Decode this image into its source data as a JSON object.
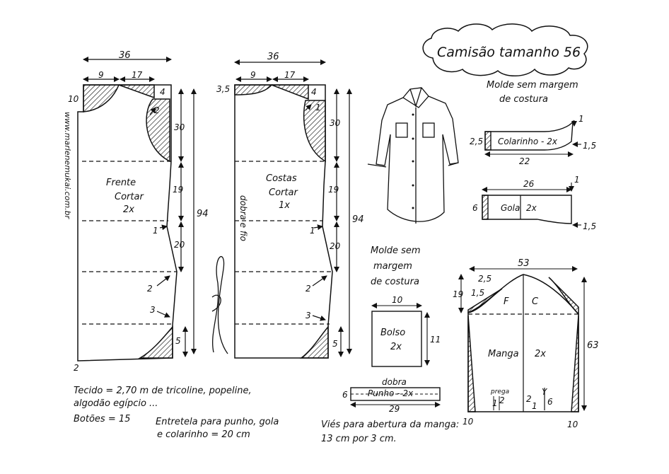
{
  "title": "Camisão tamanho 56",
  "url_vertical": "www.marlenemukai.com.br",
  "signature": "Marlene Mukai",
  "front": {
    "label": "Frente",
    "cut": "Cortar",
    "qty": "2x",
    "width_top": "36",
    "neck_w": "9",
    "shoulder_w": "17",
    "left_top": "10",
    "shoulder_drop": "4",
    "armhole_in": "2",
    "armhole_h": "30",
    "waist_h": "19",
    "hip_h": "20",
    "hem_h": "5",
    "total_h": "94",
    "waist_in": "1",
    "hip_out": "2",
    "hem_out": "3",
    "bottom_left": "2"
  },
  "back": {
    "label": "Costas",
    "cut": "Cortar",
    "qty": "1x",
    "fold": "dobra e fio",
    "width_top": "36",
    "neck_w": "9",
    "shoulder_w": "17",
    "left_top": "3,5",
    "shoulder_drop": "4",
    "armhole_in": "1",
    "armhole_h": "30",
    "waist_h": "19",
    "hip_h": "20",
    "hem_h": "5",
    "total_h": "94",
    "waist_in": "1",
    "hip_out": "2",
    "hem_out": "3"
  },
  "no_seam_top": {
    "line1": "Molde sem margem",
    "line2": "de costura"
  },
  "no_seam_mid": {
    "line1": "Molde sem",
    "line2": "margem",
    "line3": "de costura"
  },
  "colarinho": {
    "label": "Colarinho - 2x",
    "width": "22",
    "height": "2,5",
    "tip_up": "1",
    "tip_right": "1,5"
  },
  "gola": {
    "label": "Gola",
    "qty": "2x",
    "width": "26",
    "height": "6",
    "tip_up": "1",
    "tip_right": "1,5"
  },
  "bolso": {
    "label": "Bolso",
    "qty": "2x",
    "width": "10",
    "height": "11"
  },
  "punho": {
    "fold": "dobra",
    "label": "Punho - 2x",
    "width": "29",
    "height": "6"
  },
  "manga": {
    "label": "Manga",
    "qty": "2x",
    "front": "F",
    "back": "C",
    "width": "53",
    "cap_h": "19",
    "cap_a": "2,5",
    "cap_b": "1,5",
    "total_h": "63",
    "bottom_left": "10",
    "bottom_right": "10",
    "pleat": "prega",
    "pleat_n": "1",
    "pleat_w": "2",
    "slit_y": "Y",
    "slit_h": "6",
    "mark_2": "2",
    "mark_1": "1"
  },
  "notes": {
    "tecido": "Tecido = 2,70 m de tricoline, popeline,",
    "tecido2": "algodão egípcio ...",
    "botoes": "Botões = 15",
    "entretela": "Entretela para punho, gola",
    "entretela2": "e colarinho = 20 cm",
    "vies": "Viés para abertura da manga:",
    "vies2": "13 cm por 3 cm."
  }
}
